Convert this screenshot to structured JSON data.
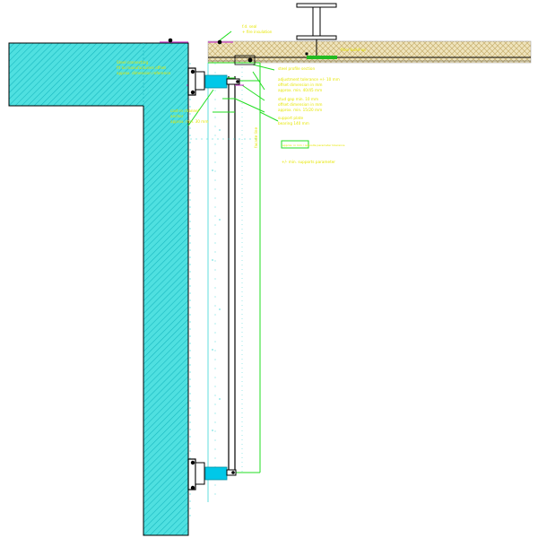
{
  "annotations": {
    "top_label_line1": "f.d. seal",
    "top_label_line2": "+ fire insulation",
    "left_label_line1": "Steel connecting",
    "left_label_line2": "fit to manufacturers offset",
    "left_label_line3": "approx. dimension reference",
    "lower_left_line1": "cast-in channel",
    "lower_left_line2": "anchor",
    "lower_left_line3": "approx. min. 30 mm",
    "right_1": "steel profile section",
    "right_2_line1": "adjustment tolerance +/- 10 mm",
    "right_2_line2": "offset dimension in mm",
    "right_2_line3": "approx. min. 40/45 mm",
    "right_3_line1": "stud gap min. 10 mm",
    "right_3_line2": "offset dimension in mm",
    "right_3_line3": "approx. min. 15/20 mm",
    "right_4_line1": "support plate",
    "right_4_line2": "bearing 140 mm",
    "vertical_label": "facade line",
    "slab_label": "floor build-up",
    "far_right_note": "+/- min. supports parameter",
    "center_spec_note": "approx. in mm / opposite parameter tolerance"
  },
  "colors": {
    "concrete": "#39d6d6",
    "leader": "#22dd22",
    "text_yellow": "#e6e600",
    "slab_fill": "#e8ddb0",
    "bracket": "#00c8e8",
    "frame": "#000000",
    "accent_magenta": "#cc44cc"
  },
  "icons": [
    "i-beam-icon",
    "bracket-icon",
    "anchor-bolt-icon"
  ]
}
